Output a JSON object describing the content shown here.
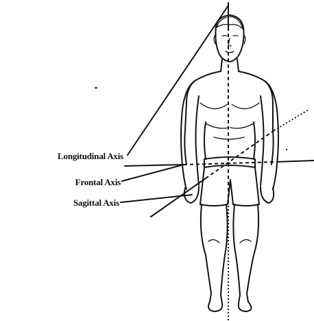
{
  "diagram": {
    "labels": {
      "longitudinal": "Longitudinal Axis",
      "frontal": "Frontal Axis",
      "sagittal": "Sagittal Axis"
    },
    "colors": {
      "ink": "#111111",
      "background": "#ffffff"
    }
  }
}
